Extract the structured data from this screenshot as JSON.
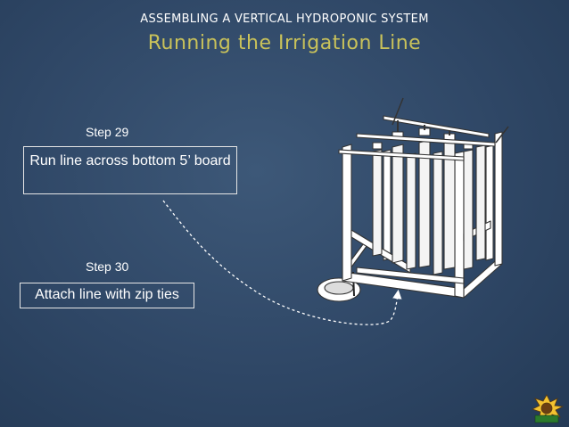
{
  "header": {
    "kicker": "ASSEMBLING A VERTICAL HYDROPONIC SYSTEM",
    "title": "Running the Irrigation Line"
  },
  "steps": [
    {
      "label": "Step 29",
      "text": "Run line across bottom 5’ board"
    },
    {
      "label": "Step 30",
      "text": "Attach line with zip ties"
    }
  ],
  "colors": {
    "background": "#2f4766",
    "title": "#c9c25a",
    "text": "#ffffff",
    "box_border": "#e6e6e6"
  },
  "icons": {
    "illustration": "hydroponic-frame-illustration",
    "logo": "sunflower-logo-icon"
  }
}
